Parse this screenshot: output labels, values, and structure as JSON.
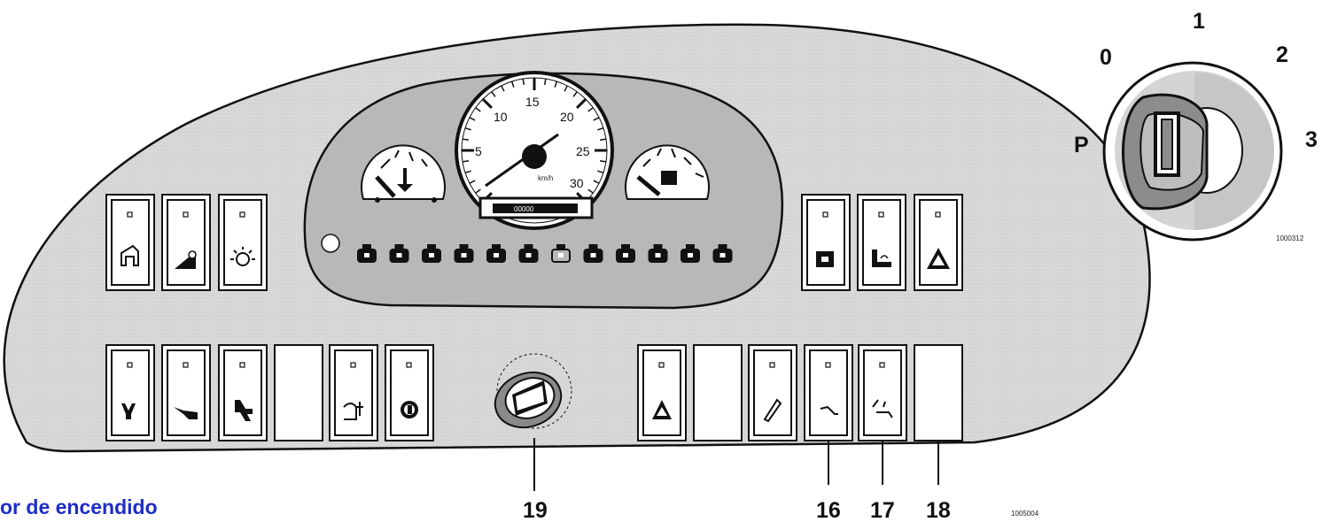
{
  "caption": "or de encendido",
  "ignition_switch": {
    "positions": [
      "P",
      "0",
      "1",
      "2",
      "3"
    ],
    "figure_code": "1000312"
  },
  "panel": {
    "figure_code": "1005004",
    "callouts": [
      "19",
      "16",
      "17",
      "18"
    ]
  },
  "speedometer": {
    "scale": [
      "5",
      "10",
      "15",
      "20",
      "25",
      "30"
    ],
    "unit": "km/h",
    "odometer": "00000"
  },
  "colors": {
    "panel_fill": "#dcdcdc",
    "cluster_fill": "#b4b4b4",
    "caption": "#1f2cc8",
    "outline": "#111111"
  },
  "icons": {
    "top_left_switches": [
      "cab-light-icon",
      "ramp-icon",
      "work-light-icon"
    ],
    "top_right_switches": [
      "mirror-heater-icon",
      "seat-heater-icon",
      "warning-beacon-icon"
    ],
    "bottom_left_switches": [
      "rear-fog-icon",
      "wiper-icon",
      "fan-icon",
      "empty",
      "seat-adjust-icon",
      "parking-brake-icon"
    ],
    "bottom_right_switches": [
      "hazard-icon",
      "empty",
      "horn-icon",
      "washer-icon",
      "seat-switch-icon",
      "empty"
    ],
    "warning_lamps": [
      "oil-pressure-icon",
      "charging-icon",
      "brake-icon",
      "battery-icon",
      "temperature-icon",
      "steering-icon",
      "battery-warning-icon",
      "seat-belt-icon",
      "door-icon",
      "warning-triangle-icon",
      "filter-icon",
      "fuel-icon"
    ]
  }
}
